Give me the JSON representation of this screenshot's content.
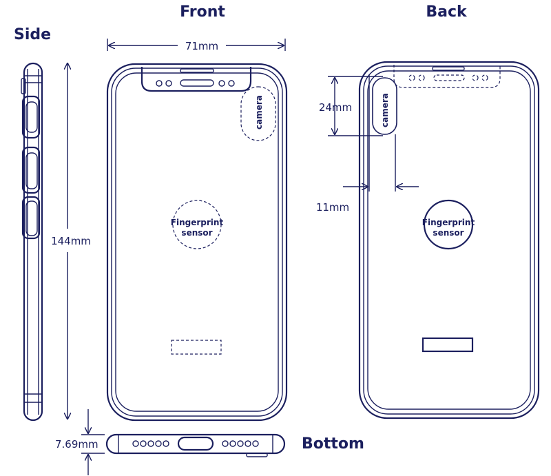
{
  "views": {
    "side": "Side",
    "front": "Front",
    "back": "Back",
    "bottom": "Bottom"
  },
  "dimensions": {
    "width": "71mm",
    "height": "144mm",
    "camera_height": "24mm",
    "camera_offset": "11mm",
    "thickness": "7.69mm"
  },
  "labels": {
    "camera": "camera",
    "fingerprint_line1": "Fingerprint",
    "fingerprint_line2": "sensor"
  },
  "colors": {
    "ink": "#1b1f5e",
    "background": "#ffffff"
  }
}
